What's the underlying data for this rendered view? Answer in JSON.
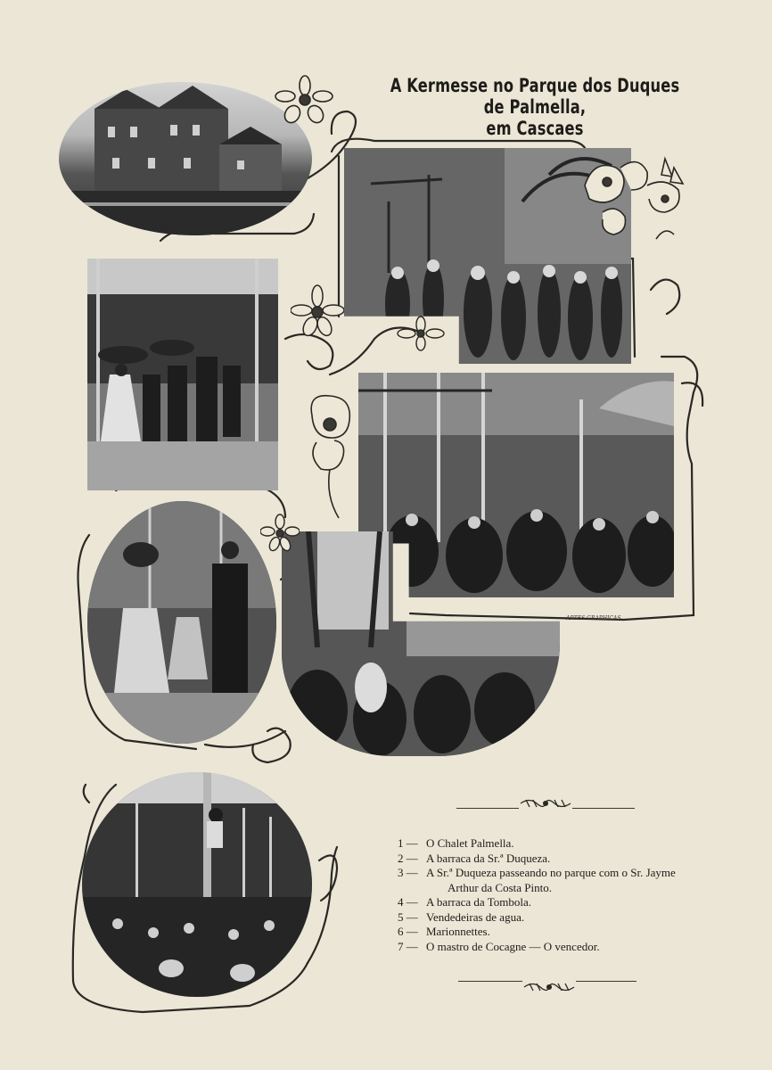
{
  "header": {
    "title_line1": "A Kermesse no Parque dos Duques de Palmella,",
    "title_line2": "em Cascaes"
  },
  "engraver_mark": "ARTES GRAPHICAS",
  "captions": [
    {
      "num": "1 —",
      "text": "O Chalet Palmella."
    },
    {
      "num": "2 —",
      "text": "A barraca da Sr.ª Duqueza."
    },
    {
      "num": "3 —",
      "text": "A Sr.ª Duqueza passeando no parque com o Sr. Jayme",
      "cont": "Arthur da Costa Pinto."
    },
    {
      "num": "4 —",
      "text": "A barraca da Tombola."
    },
    {
      "num": "5 —",
      "text": "Vendedeiras de agua."
    },
    {
      "num": "6 —",
      "text": "Marionnettes."
    },
    {
      "num": "7 —",
      "text": "O mastro de Cocagne — O vencedor."
    }
  ],
  "icons": [
    "flower-ornament-icon",
    "scroll-ornament-icon",
    "fleuron-icon"
  ]
}
